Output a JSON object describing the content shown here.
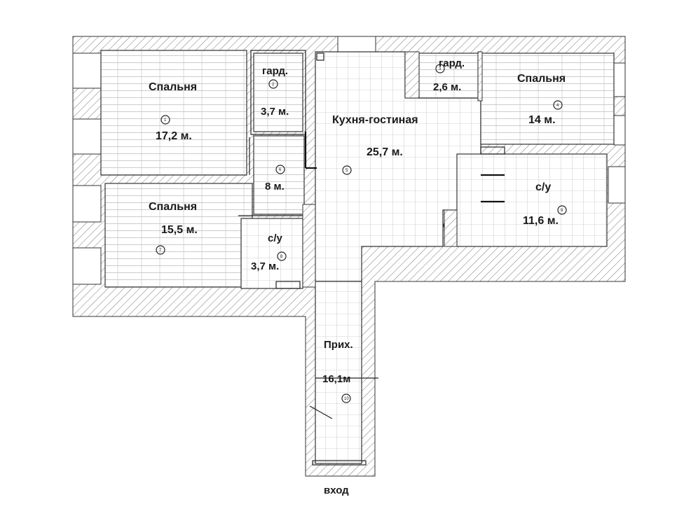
{
  "rooms": [
    {
      "id": "bedroom-1",
      "name": "Спальня",
      "area": "17,2 м.",
      "marker": "1"
    },
    {
      "id": "wardrobe-1",
      "name": "гард.",
      "area": "3,7 м.",
      "marker": "2"
    },
    {
      "id": "kitchen",
      "name": "Кухня-гостиная",
      "area": "25,7 м.",
      "marker": "5"
    },
    {
      "id": "wardrobe-2",
      "name": "гард.",
      "area": "2,6 м.",
      "marker": "3"
    },
    {
      "id": "bedroom-2",
      "name": "Спальня",
      "area": "14 м.",
      "marker": "4"
    },
    {
      "id": "corridor",
      "name": "",
      "area": "8 м.",
      "marker": "6"
    },
    {
      "id": "bedroom-3",
      "name": "Спальня",
      "area": "15,5 м.",
      "marker": "7"
    },
    {
      "id": "bathroom-1",
      "name": "с/у",
      "area": "3,7 м.",
      "marker": "8"
    },
    {
      "id": "bathroom-2",
      "name": "с/у",
      "area": "11,6 м.",
      "marker": "9"
    },
    {
      "id": "hall",
      "name": "Прих.",
      "area": "16,1м",
      "marker": "10"
    }
  ],
  "entrance": "вход"
}
